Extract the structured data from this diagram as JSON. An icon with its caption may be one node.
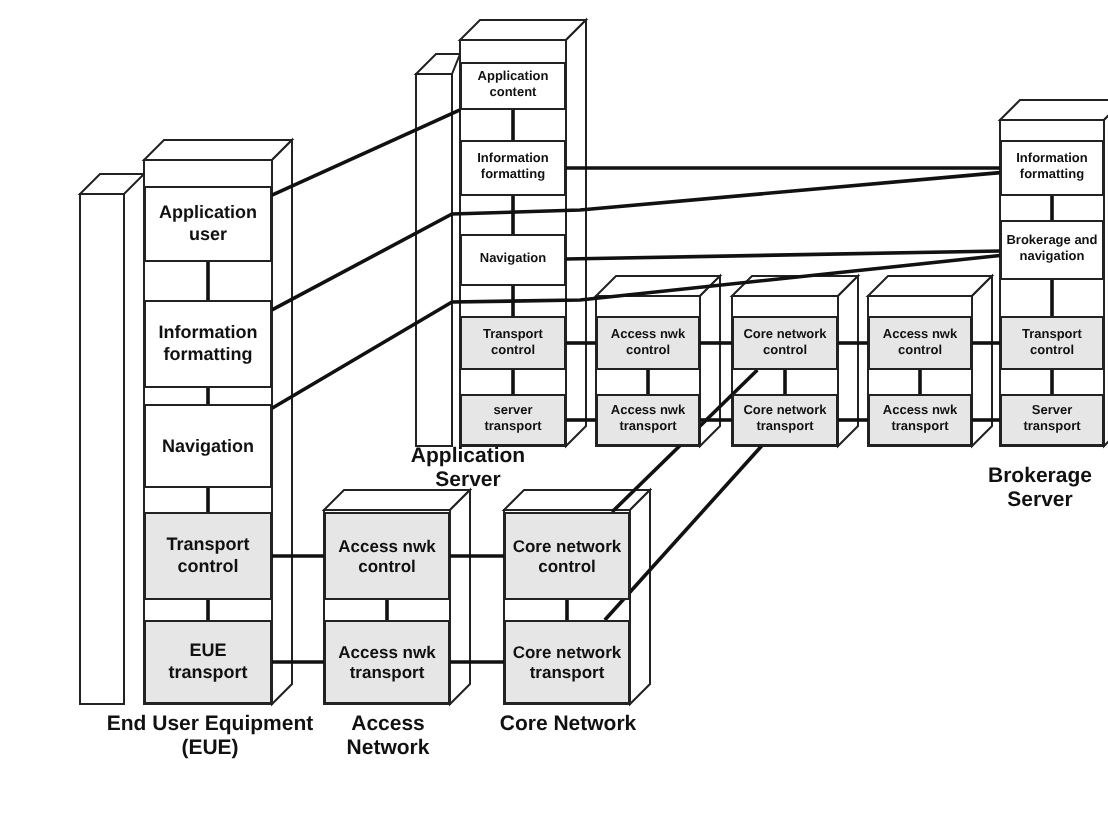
{
  "diagram": {
    "nodes": [
      {
        "text": [
          "Application user"
        ]
      },
      {
        "text": [
          "Information formatting"
        ]
      },
      {
        "text": [
          "Navigation"
        ]
      },
      {
        "text": [
          "Transport control"
        ]
      },
      {
        "text": [
          "EUE transport"
        ]
      },
      {
        "text": [
          "Access nwk control"
        ]
      },
      {
        "text": [
          "Access nwk transport"
        ]
      },
      {
        "text": [
          "Core network control"
        ]
      },
      {
        "text": [
          "Core network transport"
        ]
      },
      {
        "text": [
          "Application content"
        ]
      },
      {
        "text": [
          "Information formatting"
        ]
      },
      {
        "text": [
          "Navigation"
        ]
      },
      {
        "text": [
          "Transport control"
        ]
      },
      {
        "text": [
          "server transport"
        ]
      },
      {
        "text": [
          "Access nwk control"
        ]
      },
      {
        "text": [
          "Access nwk transport"
        ]
      },
      {
        "text": [
          "Core network control"
        ]
      },
      {
        "text": [
          "Core network transport"
        ]
      },
      {
        "text": [
          "Access nwk control"
        ]
      },
      {
        "text": [
          "Access nwk transport"
        ]
      },
      {
        "text": [
          "Information formatting"
        ]
      },
      {
        "text": [
          "Brokerage and navigation"
        ]
      },
      {
        "text": [
          "Transport control"
        ]
      },
      {
        "text": [
          "Server transport"
        ]
      }
    ],
    "edges": [
      {
        "from": 0,
        "to": 1,
        "arrow": "none"
      },
      {
        "from": 1,
        "to": 2,
        "arrow": "none"
      },
      {
        "from": 2,
        "to": 3,
        "arrow": "none"
      },
      {
        "from": 3,
        "to": 4,
        "arrow": "none"
      },
      {
        "from": 5,
        "to": 6,
        "arrow": "none"
      },
      {
        "from": 7,
        "to": 8,
        "arrow": "none"
      },
      {
        "from": 9,
        "to": 10,
        "arrow": "none"
      },
      {
        "from": 10,
        "to": 11,
        "arrow": "none"
      },
      {
        "from": 11,
        "to": 12,
        "arrow": "none"
      },
      {
        "from": 12,
        "to": 13,
        "arrow": "none"
      },
      {
        "from": 14,
        "to": 15,
        "arrow": "none"
      },
      {
        "from": 16,
        "to": 17,
        "arrow": "none"
      },
      {
        "from": 18,
        "to": 19,
        "arrow": "none"
      },
      {
        "from": 20,
        "to": 21,
        "arrow": "none"
      },
      {
        "from": 21,
        "to": 22,
        "arrow": "none"
      },
      {
        "from": 22,
        "to": 23,
        "arrow": "none"
      },
      {
        "from": 3,
        "to": 5,
        "arrow": "none"
      },
      {
        "from": 5,
        "to": 7,
        "arrow": "none"
      },
      {
        "from": 4,
        "to": 6,
        "arrow": "none"
      },
      {
        "from": 6,
        "to": 8,
        "arrow": "none"
      },
      {
        "from": 12,
        "to": 14,
        "arrow": "none"
      },
      {
        "from": 13,
        "to": 15,
        "arrow": "none"
      },
      {
        "from": 14,
        "to": 16,
        "arrow": "none"
      },
      {
        "from": 15,
        "to": 17,
        "arrow": "none"
      },
      {
        "from": 16,
        "to": 18,
        "arrow": "none"
      },
      {
        "from": 17,
        "to": 19,
        "arrow": "none"
      },
      {
        "from": 18,
        "to": 22,
        "arrow": "none"
      },
      {
        "from": 19,
        "to": 23,
        "arrow": "none"
      },
      {
        "from": 0,
        "to": 9,
        "arrow": "none"
      },
      {
        "from": 1,
        "to": 20,
        "arrow": "none"
      },
      {
        "from": 2,
        "to": 21,
        "arrow": "none"
      },
      {
        "from": 10,
        "to": 20,
        "arrow": "none"
      },
      {
        "from": 11,
        "to": 21,
        "arrow": "none"
      },
      {
        "from": 7,
        "to": 16,
        "arrow": "none"
      },
      {
        "from": 8,
        "to": 17,
        "arrow": "none"
      }
    ],
    "labels": [
      "Application Server",
      "Brokerage Server",
      "End User Equipment (EUE)",
      "Access Network",
      "Core Network"
    ]
  }
}
